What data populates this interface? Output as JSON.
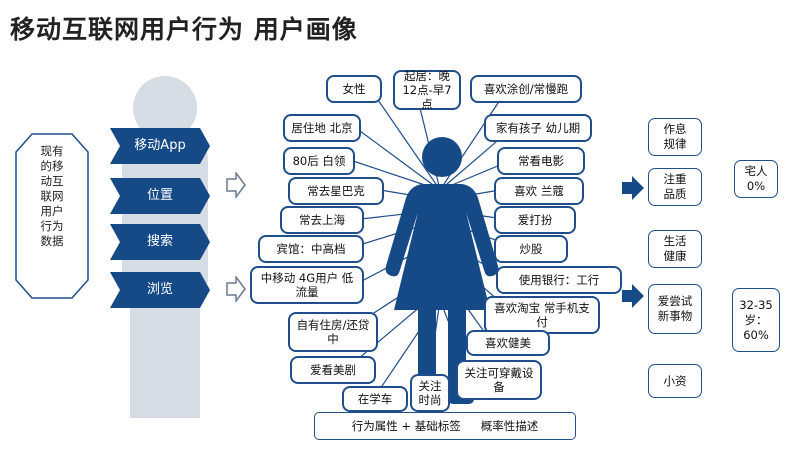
{
  "title": "移动互联网用户行为  用户画像",
  "source_box": "现有的移动互联网用户行为数据",
  "data_types": [
    "移动App",
    "位置",
    "搜索",
    "浏览"
  ],
  "tags": {
    "female": "女性",
    "sleep": "起居：晚12点-早7点",
    "likes_food": "喜欢涂创/常慢跑",
    "residence": "居住地 北京",
    "has_kids": "家有孩子 幼儿期",
    "age": "80后 白领",
    "movies": "常看电影",
    "starbucks": "常去星巴克",
    "lancome": "喜欢 兰蔻",
    "shanghai": "常去上海",
    "dressing": "爱打扮",
    "hotel": "宾馆：中高档",
    "stocks": "炒股",
    "mobile": "中移动 4G用户 低流量",
    "bank": "使用银行：工行",
    "taobao": "喜欢淘宝 常手机支付",
    "housing": "自有住房/还贷中",
    "fitness": "喜欢健美",
    "us_drama": "爱看美剧",
    "wearable": "关注可穿戴设备",
    "car": "在学车",
    "fashion": "关注时尚"
  },
  "categories": {
    "routine": "作息规律",
    "quality": "注重品质",
    "health": "生活健康",
    "new_things": "爱尝试新事物",
    "petty": "小资"
  },
  "stats": {
    "homebody": "宅人 0%",
    "age_range": "32-35岁：60%"
  },
  "footer": {
    "left": "行为属性 + 基础标签",
    "right": "概率性描述"
  },
  "colors": {
    "primary": "#1f4e8a",
    "figure": "#154a86",
    "ghost": "#d6dce4"
  }
}
